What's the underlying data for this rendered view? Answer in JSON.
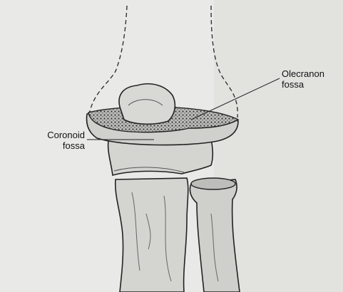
{
  "labels": {
    "olecranon": {
      "line1": "Olecranon",
      "line2": "fossa"
    },
    "coronoid": {
      "line1": "Coronoid",
      "line2": "fossa"
    }
  },
  "colors": {
    "background": "#e9e9e7",
    "bone_fill": "#d4d4d1",
    "bone_shadow": "#bdbdb9",
    "outline": "#222222"
  }
}
